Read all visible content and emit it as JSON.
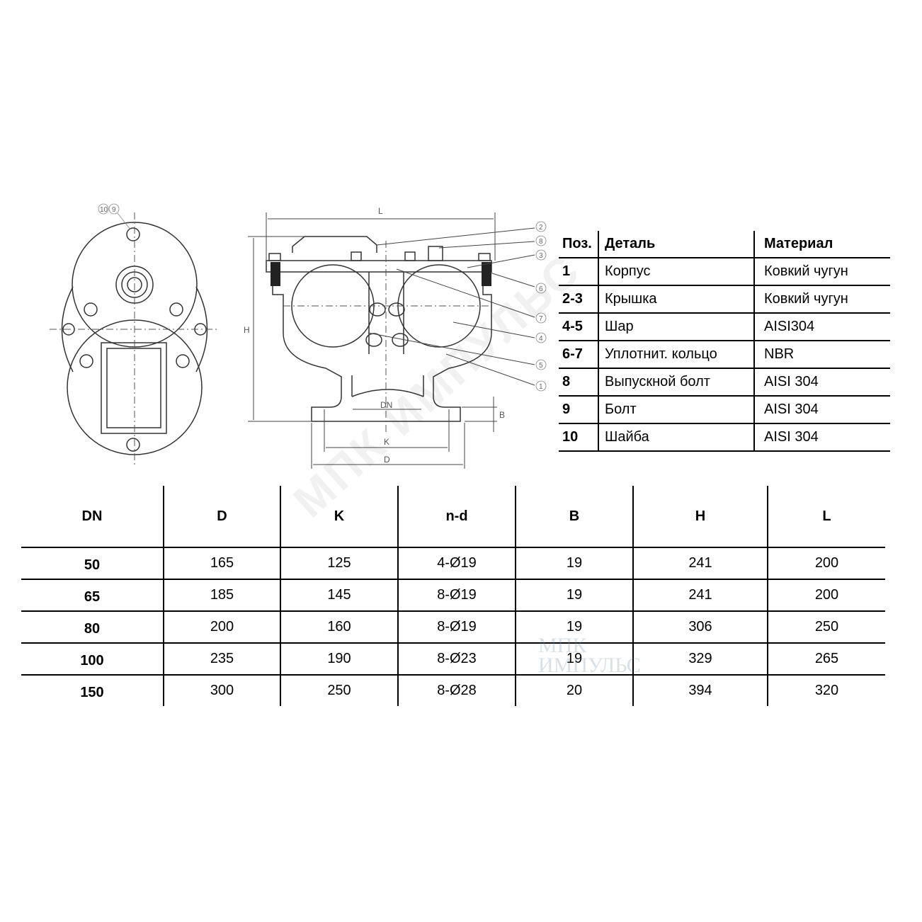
{
  "watermark": {
    "text": "МПК ИМПУЛЬС",
    "logo_line1": "МПК",
    "logo_line2": "ИМПУЛЬС"
  },
  "drawing": {
    "dimension_labels": {
      "L": "L",
      "H": "H",
      "DN": "DN",
      "K": "K",
      "D": "D",
      "B": "B"
    },
    "callouts": {
      "c1": "1",
      "c2": "2",
      "c3": "3",
      "c4": "4",
      "c5": "5",
      "c6": "6",
      "c7": "7",
      "c8": "8",
      "c9": "9",
      "c10": "10"
    }
  },
  "parts_table": {
    "headers": {
      "pos": "Поз.",
      "part": "Деталь",
      "material": "Материал"
    },
    "rows": [
      {
        "pos": "1",
        "part": "Корпус",
        "material": "Ковкий чугун"
      },
      {
        "pos": "2-3",
        "part": "Крышка",
        "material": "Ковкий чугун"
      },
      {
        "pos": "4-5",
        "part": "Шар",
        "material": "AISI304"
      },
      {
        "pos": "6-7",
        "part": "Уплотнит. кольцо",
        "material": "NBR"
      },
      {
        "pos": "8",
        "part": "Выпускной болт",
        "material": "AISI 304"
      },
      {
        "pos": "9",
        "part": "Болт",
        "material": "AISI 304"
      },
      {
        "pos": "10",
        "part": "Шайба",
        "material": "AISI 304"
      }
    ]
  },
  "dims_table": {
    "headers": {
      "dn": "DN",
      "d": "D",
      "k": "K",
      "nd": "n-d",
      "b": "B",
      "h": "H",
      "l": "L"
    },
    "rows": [
      {
        "dn": "50",
        "d": "165",
        "k": "125",
        "nd": "4-Ø19",
        "b": "19",
        "h": "241",
        "l": "200"
      },
      {
        "dn": "65",
        "d": "185",
        "k": "145",
        "nd": "8-Ø19",
        "b": "19",
        "h": "241",
        "l": "200"
      },
      {
        "dn": "80",
        "d": "200",
        "k": "160",
        "nd": "8-Ø19",
        "b": "19",
        "h": "306",
        "l": "250"
      },
      {
        "dn": "100",
        "d": "235",
        "k": "190",
        "nd": "8-Ø23",
        "b": "19",
        "h": "329",
        "l": "265"
      },
      {
        "dn": "150",
        "d": "300",
        "k": "250",
        "nd": "8-Ø28",
        "b": "20",
        "h": "394",
        "l": "320"
      }
    ]
  }
}
